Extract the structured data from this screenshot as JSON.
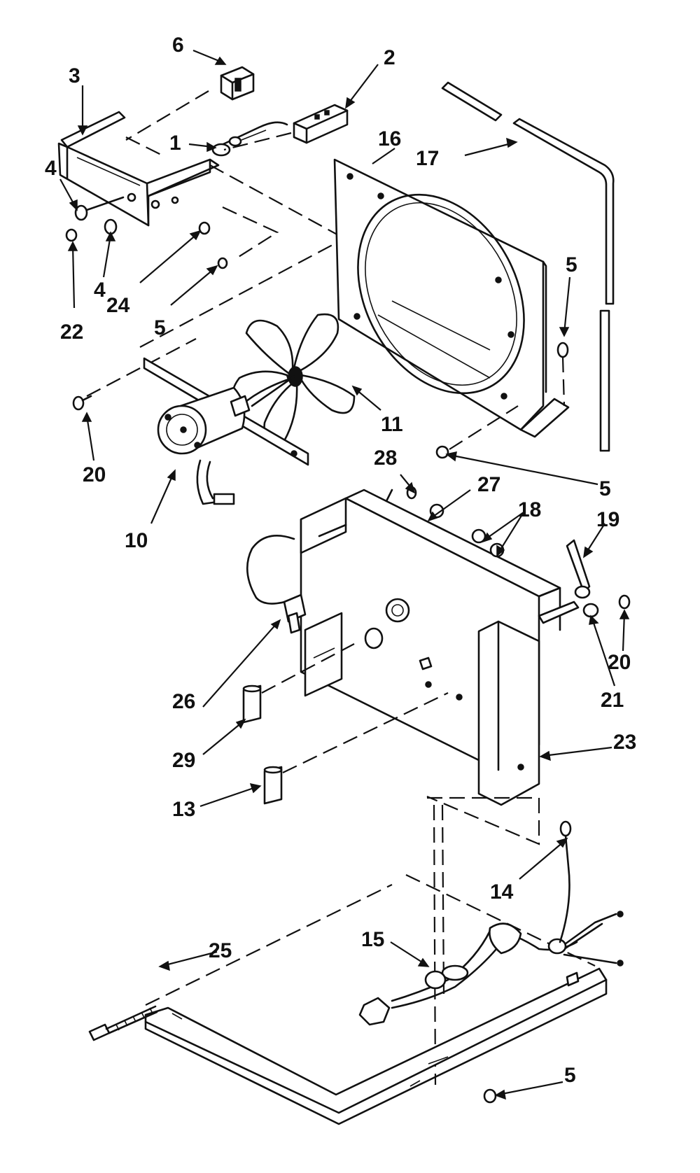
{
  "diagram": {
    "ink_color": "#111111",
    "background_color": "#ffffff",
    "callouts": {
      "c1": "1",
      "c2": "2",
      "c3": "3",
      "c4a": "4",
      "c4b": "4",
      "c5a": "5",
      "c5b": "5",
      "c5c": "5",
      "c5d": "5",
      "c6": "6",
      "c10": "10",
      "c11": "11",
      "c13": "13",
      "c14": "14",
      "c15": "15",
      "c16": "16",
      "c17": "17",
      "c18": "18",
      "c19": "19",
      "c20a": "20",
      "c20b": "20",
      "c21": "21",
      "c22": "22",
      "c23": "23",
      "c24": "24",
      "c25": "25",
      "c26": "26",
      "c27": "27",
      "c28": "28",
      "c29": "29"
    }
  }
}
